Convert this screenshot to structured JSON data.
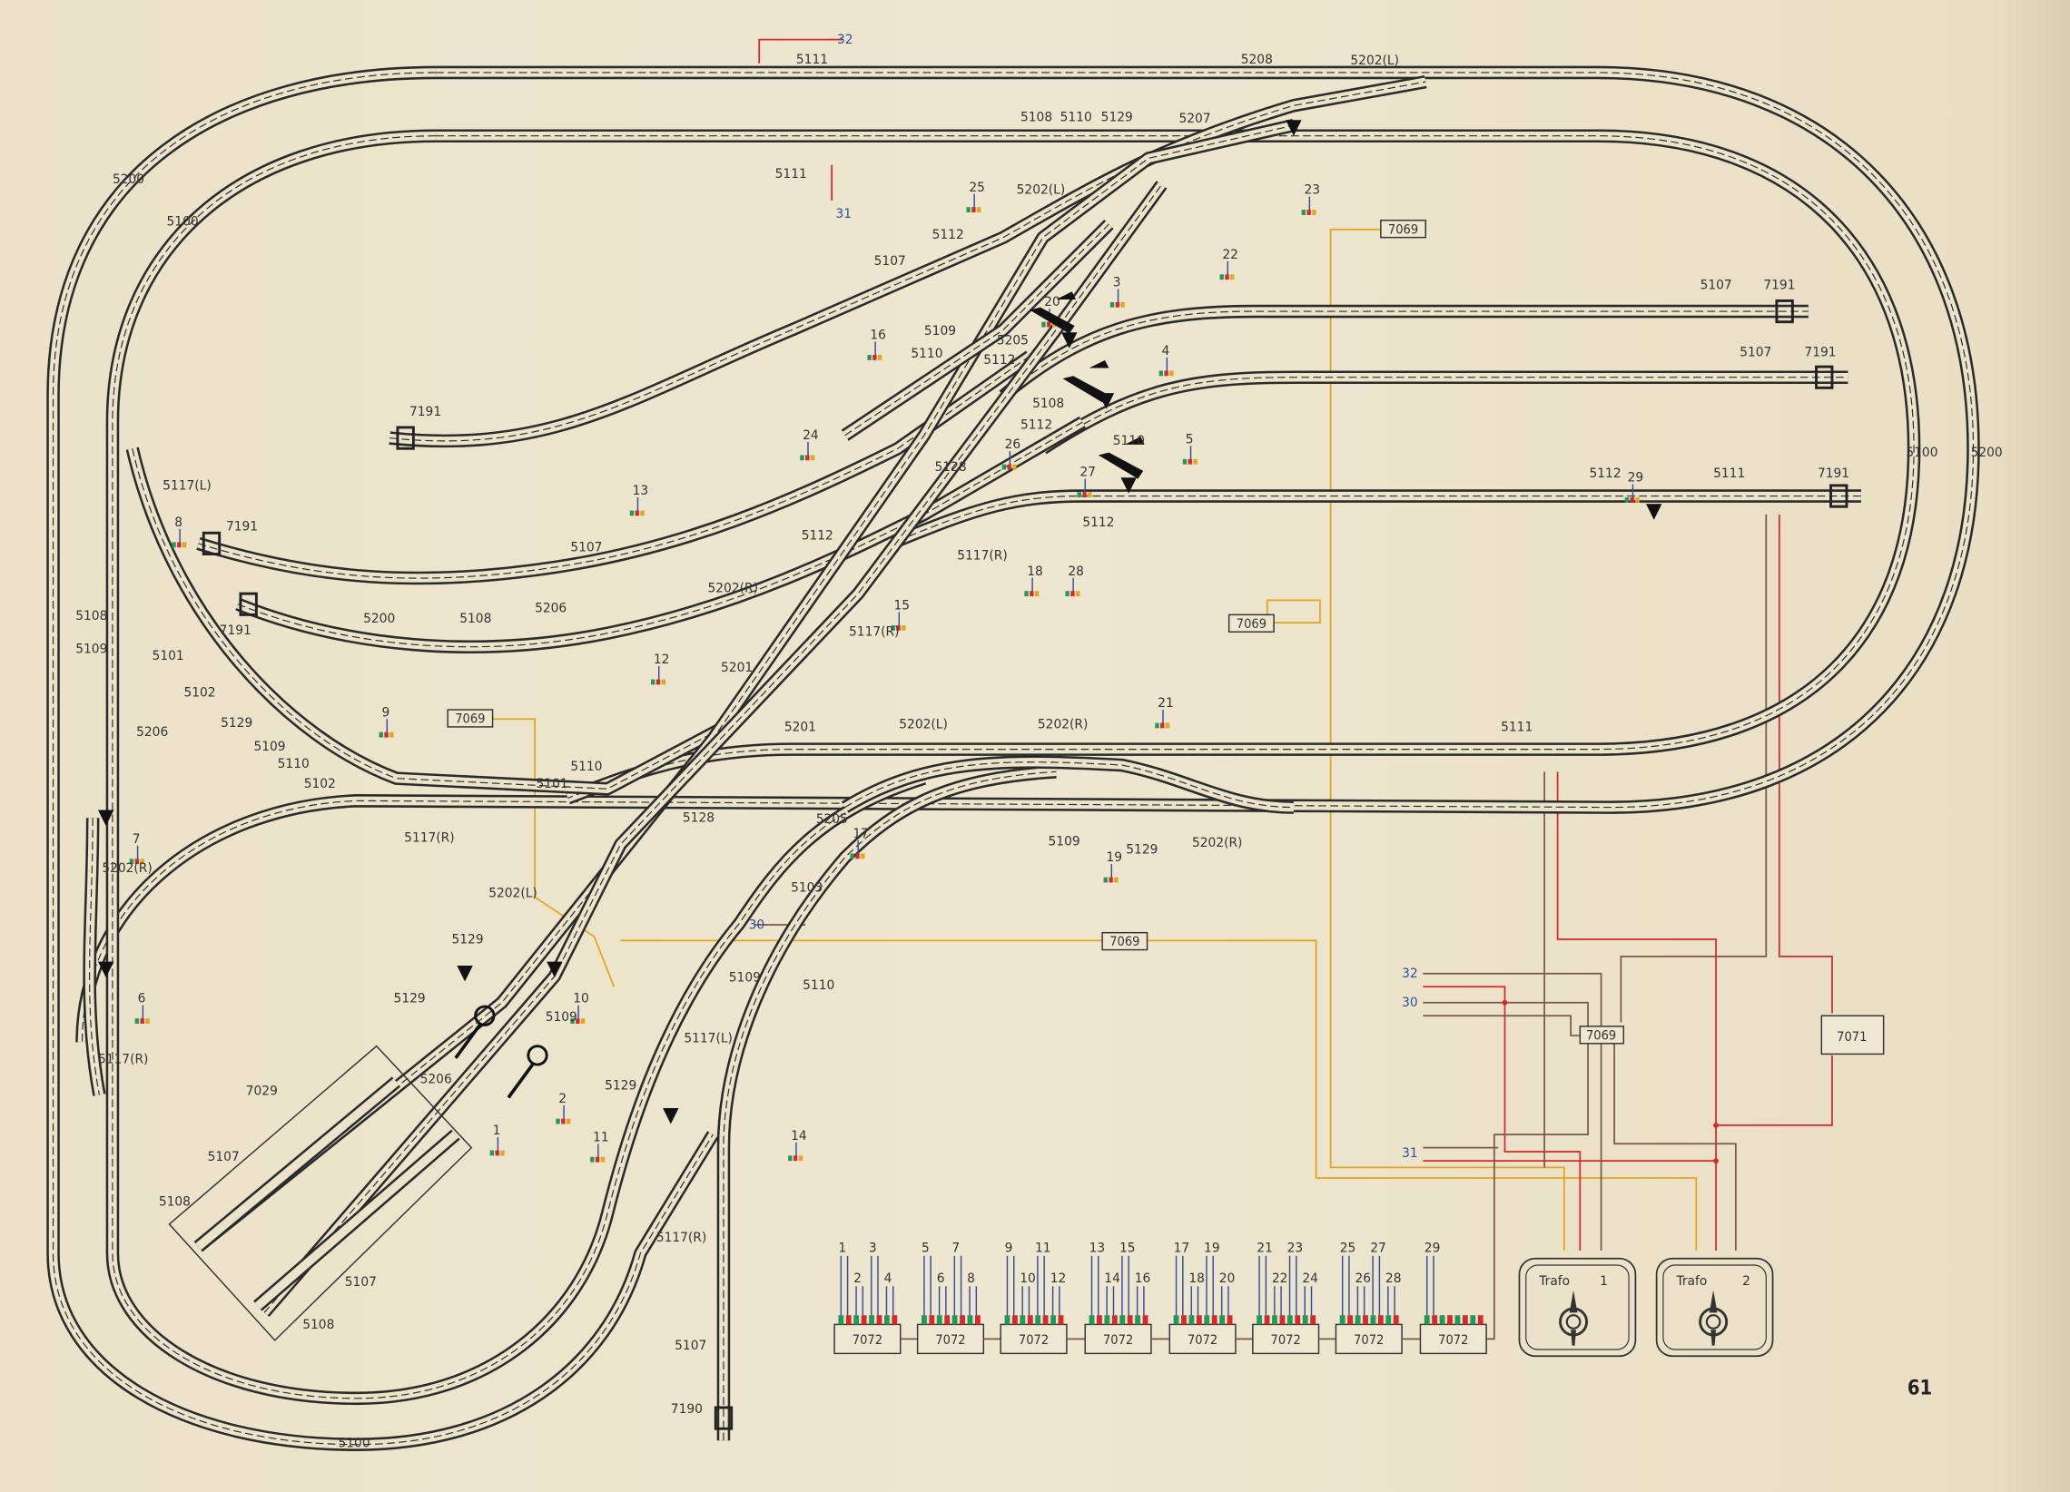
{
  "page_number": "61",
  "labels": [
    "5111",
    "5208",
    "5202(L)",
    "5108",
    "5110",
    "5129",
    "5207",
    "5111",
    "5200",
    "5100",
    "5202(L)",
    "5112",
    "5107",
    "5107",
    "7191",
    "5109",
    "5205",
    "5110",
    "5112",
    "5107",
    "7191",
    "7191",
    "5108",
    "5112",
    "5110",
    "5128",
    "5112",
    "5111",
    "7191",
    "5100",
    "5200",
    "5117(L)",
    "7191",
    "5112",
    "5107",
    "5112",
    "5117(R)",
    "5202(R)",
    "7191",
    "5200",
    "5108",
    "5206",
    "5117(R)",
    "5108",
    "5109",
    "5101",
    "5201",
    "5102",
    "5129",
    "5201",
    "5202(L)",
    "5202(R)",
    "5111",
    "5206",
    "5109",
    "5110",
    "5110",
    "5102",
    "5101",
    "5117(R)",
    "5128",
    "5205",
    "5109",
    "5129",
    "5202(R)",
    "5202(R)",
    "5103",
    "5202(L)",
    "5129",
    "5109",
    "5109",
    "5110",
    "5129",
    "5117(L)",
    "5117(R)",
    "5206",
    "7029",
    "5129",
    "5107",
    "5108",
    "5117(R)",
    "5107",
    "5108",
    "5107",
    "7190",
    "5100"
  ],
  "signal_numbers": [
    "32",
    "31",
    "25",
    "23",
    "22",
    "20",
    "3",
    "16",
    "4",
    "24",
    "26",
    "5",
    "29",
    "27",
    "13",
    "8",
    "18",
    "28",
    "15",
    "12",
    "9",
    "21",
    "17",
    "19",
    "7",
    "30",
    "10",
    "6",
    "2",
    "1",
    "11",
    "14"
  ],
  "modules_7069": [
    "7069",
    "7069",
    "7069",
    "7069"
  ],
  "wiring": {
    "inputs": [
      "32",
      "30",
      "31"
    ],
    "distributor": "7069",
    "relay": "7071",
    "trafos": [
      {
        "label": "Trafo",
        "number": "1"
      },
      {
        "label": "Trafo",
        "number": "2"
      }
    ]
  },
  "decoders": [
    {
      "label": "7072",
      "outputs": [
        "1",
        "2",
        "3",
        "4"
      ]
    },
    {
      "label": "7072",
      "outputs": [
        "5",
        "6",
        "7",
        "8"
      ]
    },
    {
      "label": "7072",
      "outputs": [
        "9",
        "10",
        "11",
        "12"
      ]
    },
    {
      "label": "7072",
      "outputs": [
        "13",
        "14",
        "15",
        "16"
      ]
    },
    {
      "label": "7072",
      "outputs": [
        "17",
        "18",
        "19",
        "20"
      ]
    },
    {
      "label": "7072",
      "outputs": [
        "21",
        "22",
        "23",
        "24"
      ]
    },
    {
      "label": "7072",
      "outputs": [
        "25",
        "26",
        "27",
        "28"
      ]
    },
    {
      "label": "7072",
      "outputs": [
        "29"
      ]
    }
  ],
  "colors": {
    "paper": "#ece3cb",
    "track": "#2b2b2b",
    "blue": "#2f4f9e",
    "red": "#d8282c",
    "green": "#1f9a5a",
    "yellow": "#e3a61c",
    "brown": "#7a5848"
  }
}
